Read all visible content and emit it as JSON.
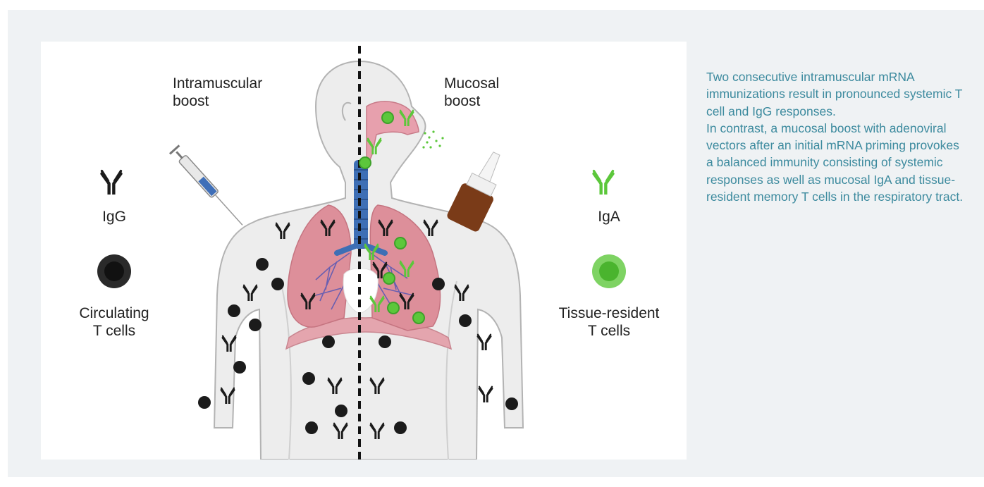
{
  "figure": {
    "labels": {
      "left_title_1": "Intramuscular",
      "left_title_2": "boost",
      "right_title_1": "Mucosal",
      "right_title_2": "boost",
      "igg": "IgG",
      "circulating_1": "Circulating",
      "circulating_2": "T cells",
      "iga": "IgA",
      "resident_1": "Tissue-resident",
      "resident_2": "T cells"
    },
    "colors": {
      "igg_black": "#1b1b1b",
      "iga_green": "#5cc73b",
      "lung_pink": "#d98a97",
      "trachea_blue": "#3e6fb5",
      "body_outline": "#b3b3b3"
    }
  },
  "caption": {
    "paragraph_1": "Two consecutive intramuscular mRNA immunizations result in pronounced systemic T cell and IgG responses.",
    "paragraph_2": "In contrast, a mucosal boost with adenoviral vectors after an initial mRNA priming provokes a balanced immunity consisting of systemic responses as well as mucosal IgA and tissue-resident memory T cells in the respiratory tract."
  }
}
